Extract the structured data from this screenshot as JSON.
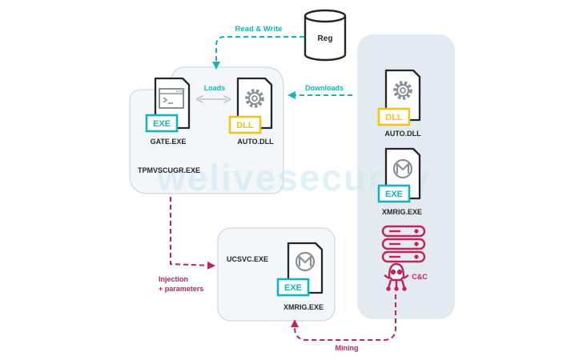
{
  "colors": {
    "teal": "#17b3bd",
    "crimson": "#c0245b",
    "yellow": "#f2c31a",
    "ink": "#23262b",
    "icon_grey": "#8a9098",
    "panel_bg": "#e4ebf0",
    "group_bg": "#f4f7f9",
    "group_border": "#d3d9dd"
  },
  "labels": {
    "reg": "Reg",
    "read_write": "Read & Write",
    "loads": "Loads",
    "downloads": "Downloads",
    "gate_exe": "GATE.EXE",
    "auto_dll_local": "AUTO.DLL",
    "tpm_group": "TPMVSCUGR.EXE",
    "auto_dll_remote": "AUTO.DLL",
    "xmrig_remote": "XMRIG.EXE",
    "cc": "C&C",
    "ucsvc_group": "UCSVC.EXE",
    "xmrig_local": "XMRIG.EXE",
    "injection_line1": "Injection",
    "injection_line2": "+ parameters",
    "mining": "Mining"
  },
  "badges": {
    "exe": "EXE",
    "dll": "DLL"
  },
  "watermark": "welivesecurity",
  "icons": {
    "reg": "database-icon",
    "gate": "terminal-file-icon",
    "auto_dll": "gear-file-icon",
    "xmrig": "monero-file-icon",
    "cc": "server-skull-icon"
  }
}
